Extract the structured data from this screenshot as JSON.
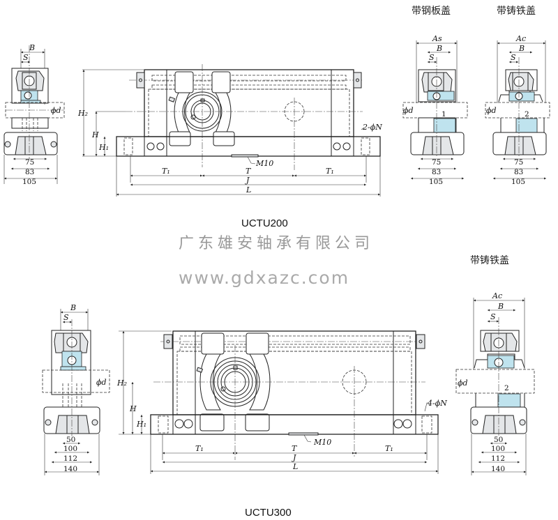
{
  "captions": {
    "steel_cover": "带钢板盖",
    "cast_cover_top": "带铸铁盖",
    "cast_cover_bottom": "带铸铁盖"
  },
  "models": {
    "top": "UCTU200",
    "bottom": "UCTU300"
  },
  "watermark": {
    "company": "广东雄安轴承有限公司",
    "url": "www.gdxazc.com"
  },
  "labels": {
    "B": "B",
    "S": "S",
    "d": "ϕd",
    "H2": "H₂",
    "H": "H",
    "H1": "H₁",
    "T": "T",
    "T1": "T₁",
    "J": "J",
    "L": "L",
    "M10": "M10",
    "As": "As",
    "Ac": "Ac",
    "N_top": "2-ϕN",
    "N_bottom": "4-ϕN"
  },
  "uctu200_dims": {
    "w1": "75",
    "w2": "83",
    "w3": "105",
    "gap_steel": "1",
    "gap_cast": "2"
  },
  "uctu300_dims": {
    "w1": "50",
    "w2": "100",
    "w3": "112",
    "w4": "140",
    "gap_cast": "2"
  }
}
